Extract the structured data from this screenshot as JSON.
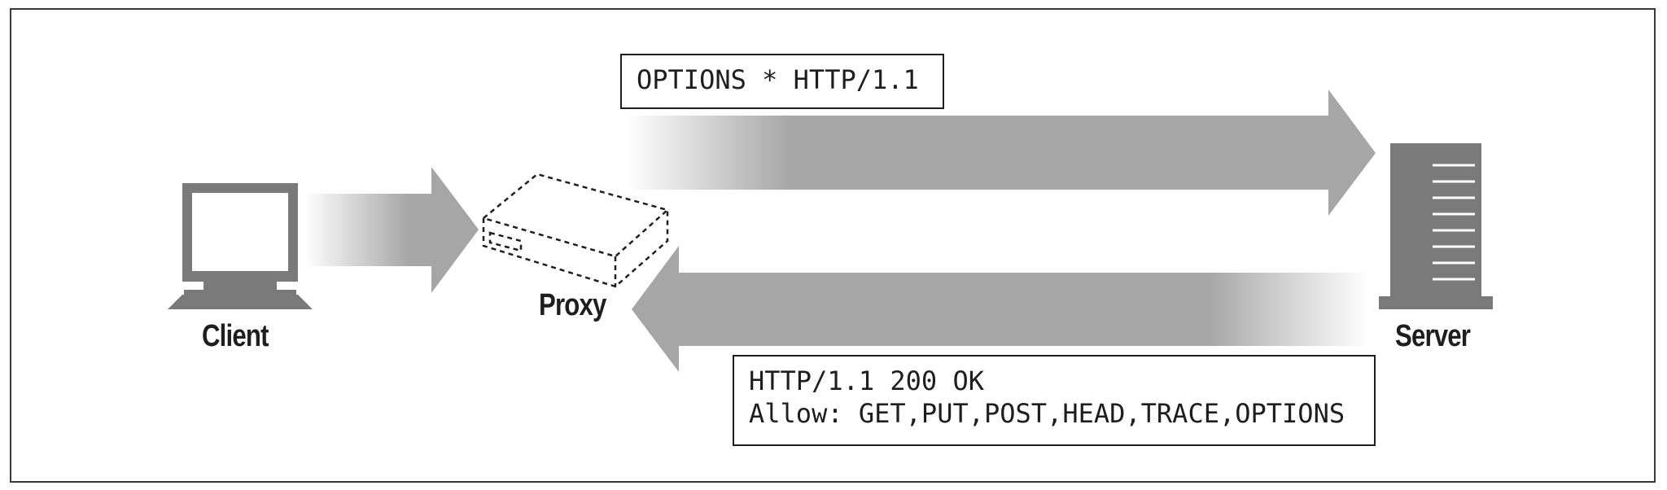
{
  "nodes": {
    "client": "Client",
    "proxy": "Proxy",
    "server": "Server"
  },
  "messages": {
    "request_line": "OPTIONS * HTTP/1.1",
    "response_status": "HTTP/1.1 200 OK",
    "response_allow": "Allow: GET,PUT,POST,HEAD,TRACE,OPTIONS"
  },
  "colors": {
    "arrow": "#a6a6a6",
    "device": "#7a7a7a",
    "outline": "#1e1e1e"
  }
}
